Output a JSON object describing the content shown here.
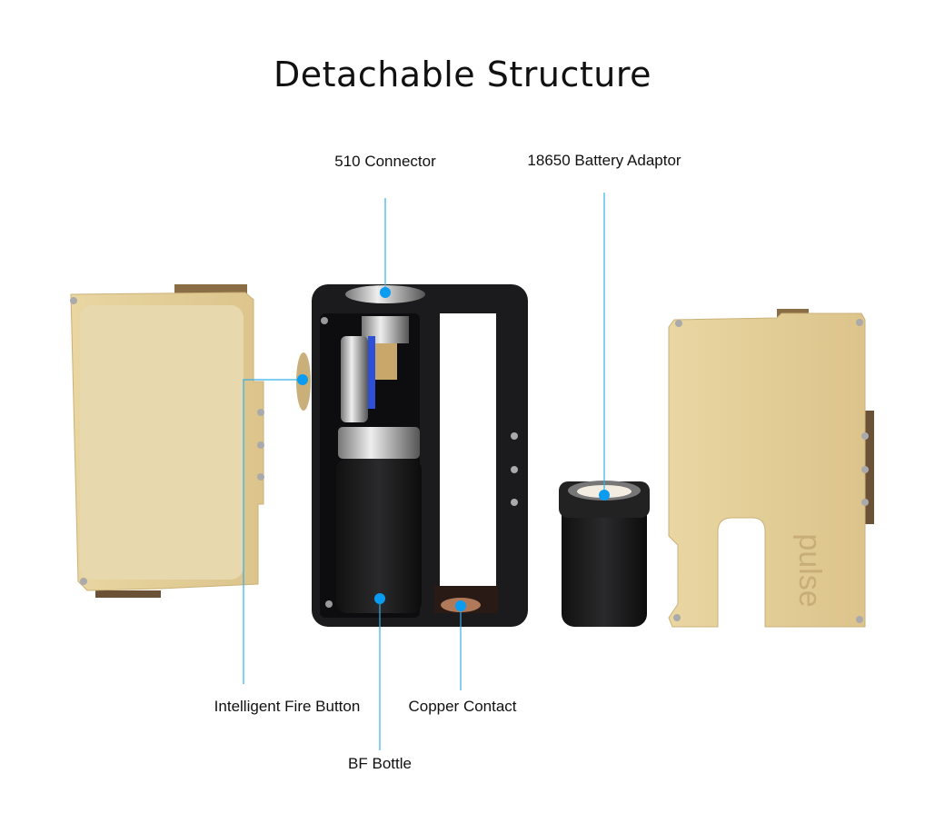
{
  "title": "Detachable Structure",
  "labels": {
    "connector_510": "510 Connector",
    "battery_adaptor": "18650 Battery Adaptor",
    "fire_button": "Intelligent Fire Button",
    "copper_contact": "Copper Contact",
    "bf_bottle": "BF Bottle"
  },
  "logo_text": "pulse",
  "colors": {
    "callout_line": "#35b0e8",
    "callout_dot": "#0a9cf0",
    "panel_gold": "#e6d3a0",
    "body_black": "#1b1b1d"
  }
}
